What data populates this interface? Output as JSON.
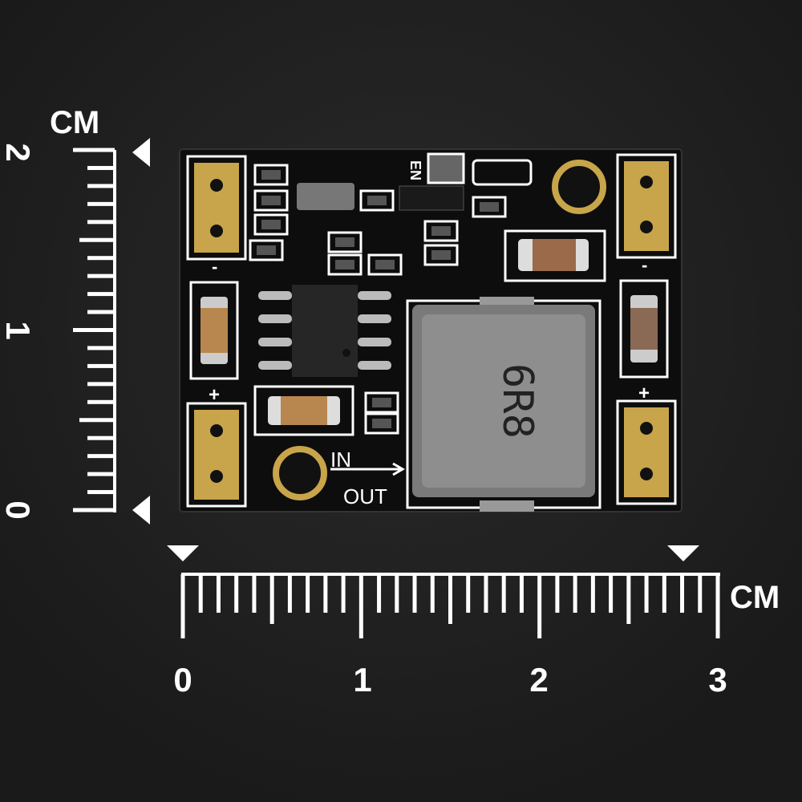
{
  "vertical_ruler": {
    "unit": "CM",
    "labels": [
      "2",
      "1",
      "0"
    ]
  },
  "horizontal_ruler": {
    "unit": "CM",
    "labels": [
      "0",
      "1",
      "2",
      "3"
    ]
  },
  "board": {
    "silkscreen": {
      "en": "EN",
      "in": "IN",
      "out": "OUT",
      "minus": "-",
      "plus": "+"
    },
    "inductor_marking": "6R8",
    "colors": {
      "pcb": "#0d0d0d",
      "gold": "#c8a44a",
      "inductor": "#8a8a8a",
      "cap": "#b8874f",
      "silk": "#ffffff"
    }
  }
}
